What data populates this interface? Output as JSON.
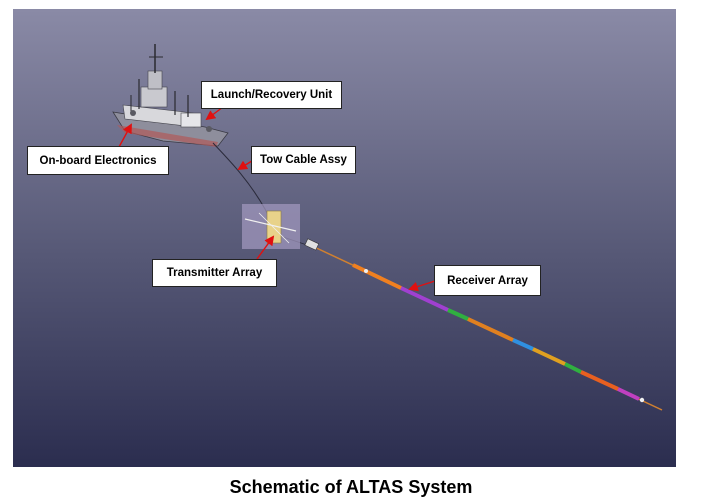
{
  "diagram": {
    "labels": {
      "launch_recovery": "Launch/Recovery Unit",
      "onboard_electronics": "On-board Electronics",
      "tow_cable": "Tow Cable Assy",
      "transmitter_array": "Transmitter Array",
      "receiver_array": "Receiver Array"
    },
    "caption": "Schematic of  ALTAS System",
    "colors": {
      "background_top": "#8a8aa6",
      "background_bottom": "#2b2d4f",
      "arrow": "#e01010",
      "ship_hull": "#9c9ca8",
      "receiver_segments": [
        "#f08020",
        "#a040d0",
        "#30b040",
        "#e08020",
        "#3090e0",
        "#e0a020",
        "#30b040",
        "#e86020",
        "#c040c0"
      ]
    }
  }
}
